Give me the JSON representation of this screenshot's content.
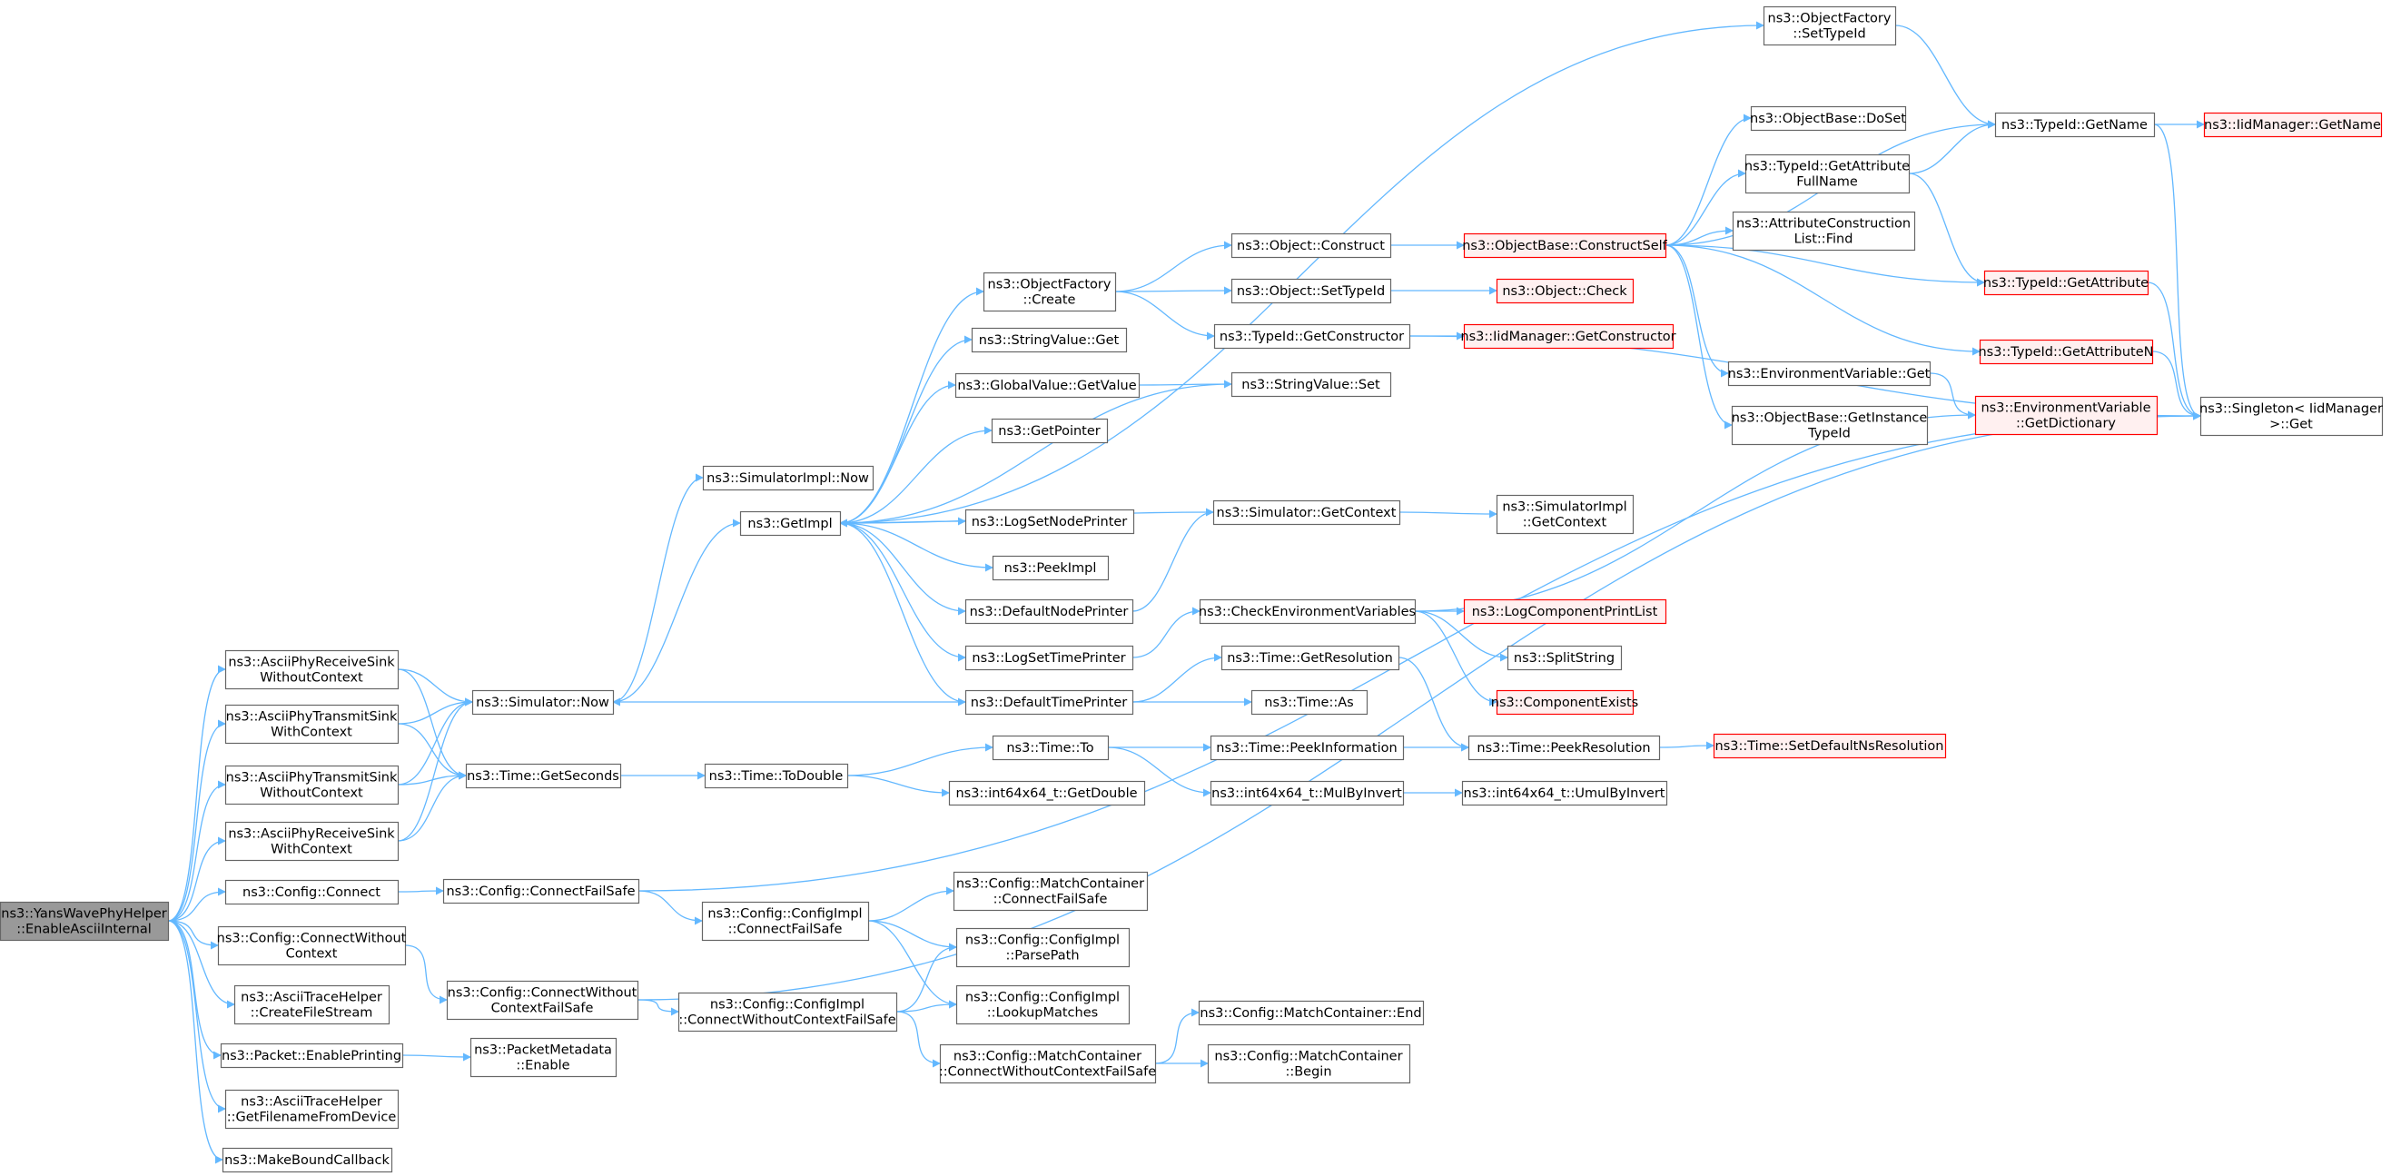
{
  "colors": {
    "edge": "#63b8ff",
    "node_border": "#666666",
    "node_fill": "#ffffff",
    "red_border": "#ff0000",
    "red_fill": "#fff0f0",
    "focus_fill": "#999999"
  },
  "nodes": {
    "root": {
      "lines": [
        "ns3::YansWavePhyHelper",
        "::EnableAsciiInternal"
      ],
      "style": "focus"
    },
    "ascii_recv_wo": {
      "lines": [
        "ns3::AsciiPhyReceiveSink",
        "WithoutContext"
      ]
    },
    "ascii_trans_w": {
      "lines": [
        "ns3::AsciiPhyTransmitSink",
        "WithContext"
      ]
    },
    "ascii_trans_wo": {
      "lines": [
        "ns3::AsciiPhyTransmitSink",
        "WithoutContext"
      ]
    },
    "ascii_recv_w": {
      "lines": [
        "ns3::AsciiPhyReceiveSink",
        "WithContext"
      ]
    },
    "config_connect": {
      "lines": [
        "ns3::Config::Connect"
      ]
    },
    "config_connect_wo": {
      "lines": [
        "ns3::Config::ConnectWithout",
        "Context"
      ]
    },
    "ascii_create_fs": {
      "lines": [
        "ns3::AsciiTraceHelper",
        "::CreateFileStream"
      ]
    },
    "packet_enable_printing": {
      "lines": [
        "ns3::Packet::EnablePrinting"
      ]
    },
    "ascii_get_filename": {
      "lines": [
        "ns3::AsciiTraceHelper",
        "::GetFilenameFromDevice"
      ]
    },
    "make_bound_cb": {
      "lines": [
        "ns3::MakeBoundCallback"
      ]
    },
    "sim_now": {
      "lines": [
        "ns3::Simulator::Now"
      ]
    },
    "time_get_seconds": {
      "lines": [
        "ns3::Time::GetSeconds"
      ]
    },
    "config_cfs": {
      "lines": [
        "ns3::Config::ConnectFailSafe"
      ]
    },
    "config_cwcfs": {
      "lines": [
        "ns3::Config::ConnectWithout",
        "ContextFailSafe"
      ]
    },
    "packet_metadata_enable": {
      "lines": [
        "ns3::PacketMetadata",
        "::Enable"
      ]
    },
    "simimpl_now": {
      "lines": [
        "ns3::SimulatorImpl::Now"
      ]
    },
    "get_impl": {
      "lines": [
        "ns3::GetImpl"
      ]
    },
    "time_to_double": {
      "lines": [
        "ns3::Time::ToDouble"
      ]
    },
    "cfgimpl_cfs": {
      "lines": [
        "ns3::Config::ConfigImpl",
        "::ConnectFailSafe"
      ]
    },
    "cfgimpl_cwcfs": {
      "lines": [
        "ns3::Config::ConfigImpl",
        "::ConnectWithoutContextFailSafe"
      ]
    },
    "objfactory_create": {
      "lines": [
        "ns3::ObjectFactory",
        "::Create"
      ]
    },
    "stringvalue_get": {
      "lines": [
        "ns3::StringValue::Get"
      ]
    },
    "globalvalue_getvalue": {
      "lines": [
        "ns3::GlobalValue::GetValue"
      ]
    },
    "get_pointer": {
      "lines": [
        "ns3::GetPointer"
      ]
    },
    "log_set_node_printer": {
      "lines": [
        "ns3::LogSetNodePrinter"
      ]
    },
    "peek_impl": {
      "lines": [
        "ns3::PeekImpl"
      ]
    },
    "default_node_printer": {
      "lines": [
        "ns3::DefaultNodePrinter"
      ]
    },
    "log_set_time_printer": {
      "lines": [
        "ns3::LogSetTimePrinter"
      ]
    },
    "default_time_printer": {
      "lines": [
        "ns3::DefaultTimePrinter"
      ]
    },
    "time_to": {
      "lines": [
        "ns3::Time::To"
      ]
    },
    "int64_getdouble": {
      "lines": [
        "ns3::int64x64_t::GetDouble"
      ]
    },
    "mc_cfs": {
      "lines": [
        "ns3::Config::MatchContainer",
        "::ConnectFailSafe"
      ]
    },
    "cfgimpl_parsepath": {
      "lines": [
        "ns3::Config::ConfigImpl",
        "::ParsePath"
      ]
    },
    "cfgimpl_lookup": {
      "lines": [
        "ns3::Config::ConfigImpl",
        "::LookupMatches"
      ]
    },
    "mc_cwcfs": {
      "lines": [
        "ns3::Config::MatchContainer",
        "::ConnectWithoutContextFailSafe"
      ]
    },
    "objfactory_settypeid": {
      "lines": [
        "ns3::ObjectFactory",
        "::SetTypeId"
      ]
    },
    "object_construct": {
      "lines": [
        "ns3::Object::Construct"
      ]
    },
    "object_settypeid": {
      "lines": [
        "ns3::Object::SetTypeId"
      ]
    },
    "typeid_getconstructor": {
      "lines": [
        "ns3::TypeId::GetConstructor"
      ]
    },
    "stringvalue_set": {
      "lines": [
        "ns3::StringValue::Set"
      ]
    },
    "sim_getcontext": {
      "lines": [
        "ns3::Simulator::GetContext"
      ]
    },
    "check_env_vars": {
      "lines": [
        "ns3::CheckEnvironmentVariables"
      ]
    },
    "time_getresolution": {
      "lines": [
        "ns3::Time::GetResolution"
      ]
    },
    "time_as": {
      "lines": [
        "ns3::Time::As"
      ]
    },
    "time_peekinfo": {
      "lines": [
        "ns3::Time::PeekInformation"
      ]
    },
    "int64_mulbyinvert": {
      "lines": [
        "ns3::int64x64_t::MulByInvert"
      ]
    },
    "mc_end": {
      "lines": [
        "ns3::Config::MatchContainer::End"
      ]
    },
    "mc_begin": {
      "lines": [
        "ns3::Config::MatchContainer",
        "::Begin"
      ]
    },
    "objectbase_doset": {
      "lines": [
        "ns3::ObjectBase::DoSet"
      ]
    },
    "objectbase_constructself": {
      "lines": [
        "ns3::ObjectBase::ConstructSelf"
      ],
      "style": "red"
    },
    "object_check": {
      "lines": [
        "ns3::Object::Check"
      ],
      "style": "red"
    },
    "iid_getconstructor": {
      "lines": [
        "ns3::IidManager::GetConstructor"
      ],
      "style": "red"
    },
    "simimpl_getcontext": {
      "lines": [
        "ns3::SimulatorImpl",
        "::GetContext"
      ]
    },
    "log_component_printlist": {
      "lines": [
        "ns3::LogComponentPrintList"
      ],
      "style": "red"
    },
    "split_string": {
      "lines": [
        "ns3::SplitString"
      ]
    },
    "component_exists": {
      "lines": [
        "ns3::ComponentExists"
      ],
      "style": "red"
    },
    "time_peekresolution": {
      "lines": [
        "ns3::Time::PeekResolution"
      ]
    },
    "int64_umulbyinvert": {
      "lines": [
        "ns3::int64x64_t::UmulByInvert"
      ]
    },
    "typeid_getname": {
      "lines": [
        "ns3::TypeId::GetName"
      ]
    },
    "typeid_getattr_fullname": {
      "lines": [
        "ns3::TypeId::GetAttribute",
        "FullName"
      ]
    },
    "attr_construction_find": {
      "lines": [
        "ns3::AttributeConstruction",
        "List::Find"
      ]
    },
    "typeid_getattribute": {
      "lines": [
        "ns3::TypeId::GetAttribute"
      ],
      "style": "red"
    },
    "typeid_getattributen": {
      "lines": [
        "ns3::TypeId::GetAttributeN"
      ],
      "style": "red"
    },
    "envvar_get": {
      "lines": [
        "ns3::EnvironmentVariable::Get"
      ]
    },
    "objectbase_getinstance": {
      "lines": [
        "ns3::ObjectBase::GetInstance",
        "TypeId"
      ]
    },
    "envvar_getdict": {
      "lines": [
        "ns3::EnvironmentVariable",
        "::GetDictionary"
      ],
      "style": "red"
    },
    "time_setdefaultns": {
      "lines": [
        "ns3::Time::SetDefaultNsResolution"
      ],
      "style": "red"
    },
    "iid_getname": {
      "lines": [
        "ns3::IidManager::GetName"
      ],
      "style": "red"
    },
    "singleton_get": {
      "lines": [
        "ns3::Singleton< IidManager",
        ">::Get"
      ]
    }
  }
}
